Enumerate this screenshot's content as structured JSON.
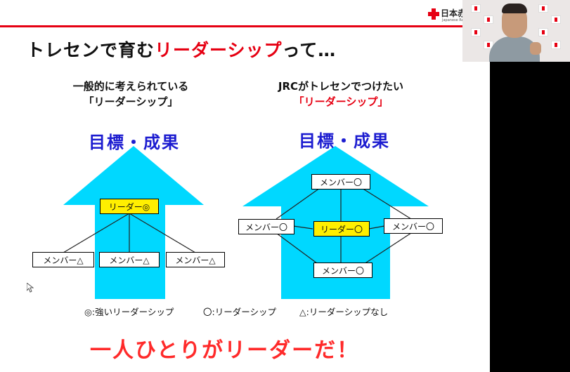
{
  "header": {
    "logo_jp": "日本赤",
    "logo_en": "Japanese Red"
  },
  "slide": {
    "title_prefix": "トレセンで育む",
    "title_accent": "リーダーシップ",
    "title_suffix": "って…",
    "left": {
      "subtitle_line1": "一般的に考えられている",
      "subtitle_line2": "「リーダーシップ」",
      "goal": "目標・成果",
      "leader": "リーダー◎",
      "members": [
        "メンバー△",
        "メンバー△",
        "メンバー△"
      ]
    },
    "right": {
      "subtitle_line1": "JRCがトレセンでつけたい",
      "subtitle_line2": "「リーダーシップ」",
      "goal": "目標・成果",
      "leader": "リーダー〇",
      "members": [
        "メンバー〇",
        "メンバー〇",
        "メンバー〇",
        "メンバー〇"
      ]
    },
    "legend": {
      "strong": "◎:強いリーダーシップ",
      "normal": "〇:リーダーシップ",
      "none": "△:リーダーシップなし"
    },
    "conclusion": "一人ひとりがリーダーだ！"
  },
  "colors": {
    "accent_red": "#e60012",
    "arrow_cyan": "#00d8ff",
    "goal_blue": "#1c1cd0",
    "leader_yellow": "#ffef00"
  }
}
